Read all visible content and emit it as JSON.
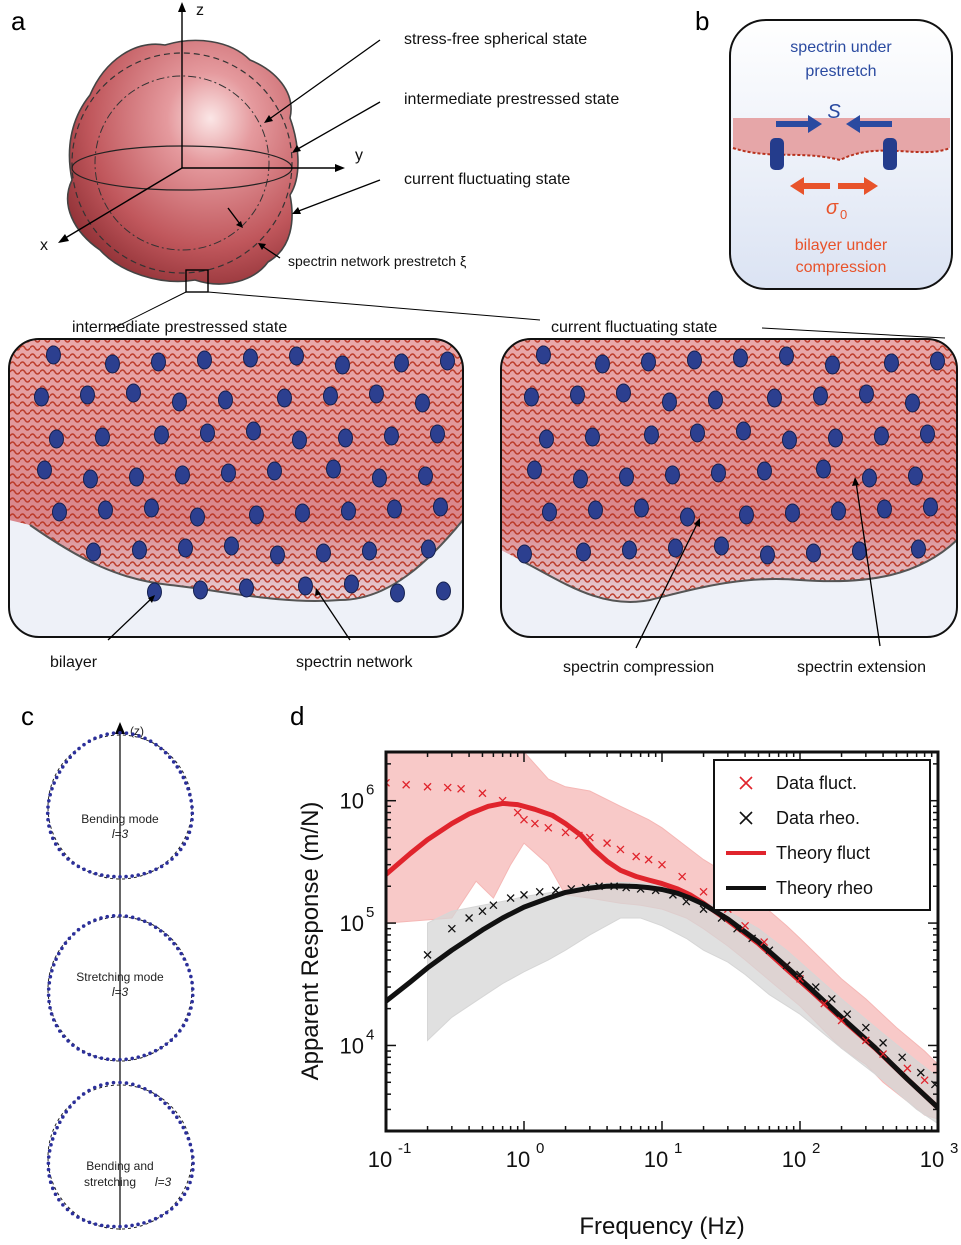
{
  "panel_labels": {
    "a": "a",
    "b": "b",
    "c": "c",
    "d": "d"
  },
  "panel_a": {
    "axes": {
      "z": "z",
      "y": "y",
      "x": "x"
    },
    "annotations": {
      "stress_free": "stress-free spherical state",
      "intermediate": "intermediate prestressed state",
      "current": "current fluctuating state",
      "prestretch": "spectrin network prestretch ξ"
    },
    "zoom_left_title": "intermediate prestressed state",
    "zoom_right_title": "current fluctuating state",
    "callouts": {
      "bilayer": "bilayer",
      "spectrin_network": "spectrin network",
      "spectrin_compression": "spectrin compression",
      "spectrin_extension": "spectrin extension"
    }
  },
  "panel_b": {
    "top_text_1": "spectrin under",
    "top_text_2": "prestretch",
    "s_label": "S",
    "sigma_base": "σ",
    "sigma_sub": "0",
    "bottom_text_1": "bilayer under",
    "bottom_text_2": "compression",
    "colors": {
      "blue": "#2a4aa0",
      "orange": "#e8532b"
    }
  },
  "panel_c": {
    "axis_label": "(z)",
    "modes": [
      {
        "title": "Bending mode",
        "sub": "l=3"
      },
      {
        "title": "Stretching mode",
        "sub": "l=3"
      },
      {
        "title": "Bending and",
        "title2": "stretching",
        "sub": "l=3"
      }
    ]
  },
  "chart_data": {
    "type": "line",
    "xlabel": "Frequency (Hz)",
    "ylabel": "Apparent Response (m/N)",
    "xscale": "log",
    "yscale": "log",
    "xlim": [
      0.1,
      1000
    ],
    "ylim": [
      2000,
      2500000
    ],
    "x_ticks": [
      {
        "base": "10",
        "exp": "-1"
      },
      {
        "base": "10",
        "exp": "0"
      },
      {
        "base": "10",
        "exp": "1"
      },
      {
        "base": "10",
        "exp": "2"
      },
      {
        "base": "10",
        "exp": "3"
      }
    ],
    "y_ticks": [
      {
        "base": "10",
        "exp": "4",
        "v": 10000
      },
      {
        "base": "10",
        "exp": "5",
        "v": 100000
      },
      {
        "base": "10",
        "exp": "6",
        "v": 1000000
      }
    ],
    "legend_position": "top-right",
    "series": [
      {
        "name": "Data fluct.",
        "kind": "marker",
        "color": "#e0242c",
        "points": [
          [
            0.1,
            1400000
          ],
          [
            0.14,
            1350000
          ],
          [
            0.2,
            1300000
          ],
          [
            0.28,
            1280000
          ],
          [
            0.35,
            1250000
          ],
          [
            0.5,
            1150000
          ],
          [
            0.7,
            1000000
          ],
          [
            0.9,
            800000
          ],
          [
            1.0,
            700000
          ],
          [
            1.2,
            650000
          ],
          [
            1.5,
            600000
          ],
          [
            2.0,
            550000
          ],
          [
            2.5,
            520000
          ],
          [
            3.0,
            500000
          ],
          [
            4.0,
            450000
          ],
          [
            5.0,
            400000
          ],
          [
            6.5,
            350000
          ],
          [
            8.0,
            330000
          ],
          [
            10,
            300000
          ],
          [
            14,
            240000
          ],
          [
            20,
            180000
          ],
          [
            30,
            130000
          ],
          [
            40,
            95000
          ],
          [
            55,
            70000
          ],
          [
            80,
            45000
          ],
          [
            100,
            35000
          ],
          [
            150,
            22000
          ],
          [
            200,
            16000
          ],
          [
            300,
            11000
          ],
          [
            400,
            8500
          ],
          [
            600,
            6500
          ],
          [
            800,
            5200
          ]
        ]
      },
      {
        "name": "Data rheo.",
        "kind": "marker",
        "color": "#111111",
        "points": [
          [
            0.2,
            55000
          ],
          [
            0.3,
            90000
          ],
          [
            0.4,
            110000
          ],
          [
            0.5,
            125000
          ],
          [
            0.6,
            140000
          ],
          [
            0.8,
            160000
          ],
          [
            1.0,
            170000
          ],
          [
            1.3,
            180000
          ],
          [
            1.7,
            185000
          ],
          [
            2.2,
            190000
          ],
          [
            2.8,
            195000
          ],
          [
            3.5,
            200000
          ],
          [
            4.5,
            200000
          ],
          [
            5.5,
            195000
          ],
          [
            7,
            190000
          ],
          [
            9,
            185000
          ],
          [
            12,
            170000
          ],
          [
            15,
            150000
          ],
          [
            20,
            130000
          ],
          [
            27,
            110000
          ],
          [
            35,
            90000
          ],
          [
            45,
            75000
          ],
          [
            60,
            60000
          ],
          [
            80,
            45000
          ],
          [
            100,
            38000
          ],
          [
            130,
            30000
          ],
          [
            170,
            24000
          ],
          [
            220,
            18000
          ],
          [
            300,
            14000
          ],
          [
            400,
            10500
          ],
          [
            550,
            8000
          ],
          [
            750,
            6000
          ],
          [
            950,
            4800
          ]
        ]
      },
      {
        "name": "Theory fluct",
        "kind": "line",
        "color": "#e0242c",
        "points": [
          [
            0.1,
            250000
          ],
          [
            0.15,
            370000
          ],
          [
            0.2,
            480000
          ],
          [
            0.3,
            650000
          ],
          [
            0.4,
            780000
          ],
          [
            0.55,
            900000
          ],
          [
            0.7,
            950000
          ],
          [
            0.9,
            930000
          ],
          [
            1.2,
            850000
          ],
          [
            1.6,
            760000
          ],
          [
            2.0,
            650000
          ],
          [
            2.6,
            520000
          ],
          [
            3.2,
            400000
          ],
          [
            4.0,
            320000
          ],
          [
            5.0,
            270000
          ],
          [
            6.5,
            240000
          ],
          [
            8,
            225000
          ],
          [
            10,
            210000
          ],
          [
            13,
            190000
          ],
          [
            16,
            170000
          ],
          [
            20,
            145000
          ],
          [
            30,
            105000
          ],
          [
            50,
            68000
          ],
          [
            80,
            42000
          ],
          [
            120,
            28000
          ],
          [
            200,
            16500
          ],
          [
            350,
            9500
          ],
          [
            600,
            5300
          ],
          [
            1000,
            3100
          ]
        ]
      },
      {
        "name": "Theory rheo",
        "kind": "line",
        "color": "#111111",
        "points": [
          [
            0.1,
            23000
          ],
          [
            0.15,
            33000
          ],
          [
            0.2,
            43000
          ],
          [
            0.3,
            60000
          ],
          [
            0.5,
            88000
          ],
          [
            0.7,
            110000
          ],
          [
            1.0,
            135000
          ],
          [
            1.5,
            160000
          ],
          [
            2.0,
            178000
          ],
          [
            3.0,
            193000
          ],
          [
            4.0,
            200000
          ],
          [
            5.0,
            201000
          ],
          [
            6.5,
            199000
          ],
          [
            8,
            195000
          ],
          [
            10,
            188000
          ],
          [
            13,
            175000
          ],
          [
            16,
            160000
          ],
          [
            20,
            143000
          ],
          [
            30,
            108000
          ],
          [
            50,
            70000
          ],
          [
            80,
            44000
          ],
          [
            120,
            29000
          ],
          [
            200,
            17000
          ],
          [
            350,
            9600
          ],
          [
            600,
            5300
          ],
          [
            1000,
            3100
          ]
        ]
      }
    ],
    "bands": [
      {
        "name": "fluct band",
        "color": "#f5b7b5",
        "upper": [
          [
            0.1,
            2500000
          ],
          [
            0.3,
            2500000
          ],
          [
            0.7,
            2500000
          ],
          [
            1.0,
            2500000
          ],
          [
            1.5,
            1500000
          ],
          [
            2,
            1300000
          ],
          [
            3,
            1200000
          ],
          [
            5,
            900000
          ],
          [
            8,
            700000
          ],
          [
            10,
            600000
          ],
          [
            20,
            330000
          ],
          [
            30,
            250000
          ],
          [
            50,
            150000
          ],
          [
            80,
            95000
          ],
          [
            100,
            75000
          ],
          [
            200,
            35000
          ],
          [
            300,
            24000
          ],
          [
            500,
            14000
          ],
          [
            800,
            9000
          ],
          [
            1000,
            7000
          ]
        ],
        "lower": [
          [
            1000,
            2500
          ],
          [
            800,
            2700
          ],
          [
            600,
            3500
          ],
          [
            400,
            5000
          ],
          [
            300,
            7000
          ],
          [
            200,
            9500
          ],
          [
            100,
            21000
          ],
          [
            60,
            34000
          ],
          [
            40,
            50000
          ],
          [
            30,
            65000
          ],
          [
            20,
            90000
          ],
          [
            15,
            110000
          ],
          [
            10,
            130000
          ],
          [
            7,
            140000
          ],
          [
            5,
            145000
          ],
          [
            3,
            160000
          ],
          [
            2,
            170000
          ],
          [
            1.5,
            300000
          ],
          [
            1.0,
            450000
          ],
          [
            0.8,
            300000
          ],
          [
            0.6,
            160000
          ],
          [
            0.45,
            220000
          ],
          [
            0.3,
            110000
          ],
          [
            0.1,
            100000
          ]
        ]
      },
      {
        "name": "rheo band",
        "color": "#d6d6d6",
        "upper": [
          [
            0.2,
            100000
          ],
          [
            0.3,
            125000
          ],
          [
            0.5,
            140000
          ],
          [
            0.8,
            155000
          ],
          [
            1.0,
            165000
          ],
          [
            2,
            185000
          ],
          [
            3,
            205000
          ],
          [
            5,
            215000
          ],
          [
            8,
            210000
          ],
          [
            10,
            200000
          ],
          [
            15,
            170000
          ],
          [
            20,
            150000
          ],
          [
            30,
            125000
          ],
          [
            50,
            90000
          ],
          [
            80,
            60000
          ],
          [
            100,
            48000
          ],
          [
            200,
            24000
          ],
          [
            400,
            12500
          ],
          [
            700,
            7500
          ],
          [
            1000,
            5500
          ]
        ],
        "lower": [
          [
            1000,
            2300
          ],
          [
            700,
            3000
          ],
          [
            400,
            5200
          ],
          [
            200,
            9500
          ],
          [
            100,
            18000
          ],
          [
            60,
            26000
          ],
          [
            40,
            38000
          ],
          [
            30,
            48000
          ],
          [
            20,
            60000
          ],
          [
            15,
            75000
          ],
          [
            10,
            95000
          ],
          [
            7,
            110000
          ],
          [
            5,
            110000
          ],
          [
            3,
            80000
          ],
          [
            2,
            60000
          ],
          [
            1.5,
            50000
          ],
          [
            1.0,
            40000
          ],
          [
            0.7,
            32000
          ],
          [
            0.5,
            25000
          ],
          [
            0.3,
            17000
          ],
          [
            0.2,
            11000
          ]
        ]
      }
    ]
  }
}
